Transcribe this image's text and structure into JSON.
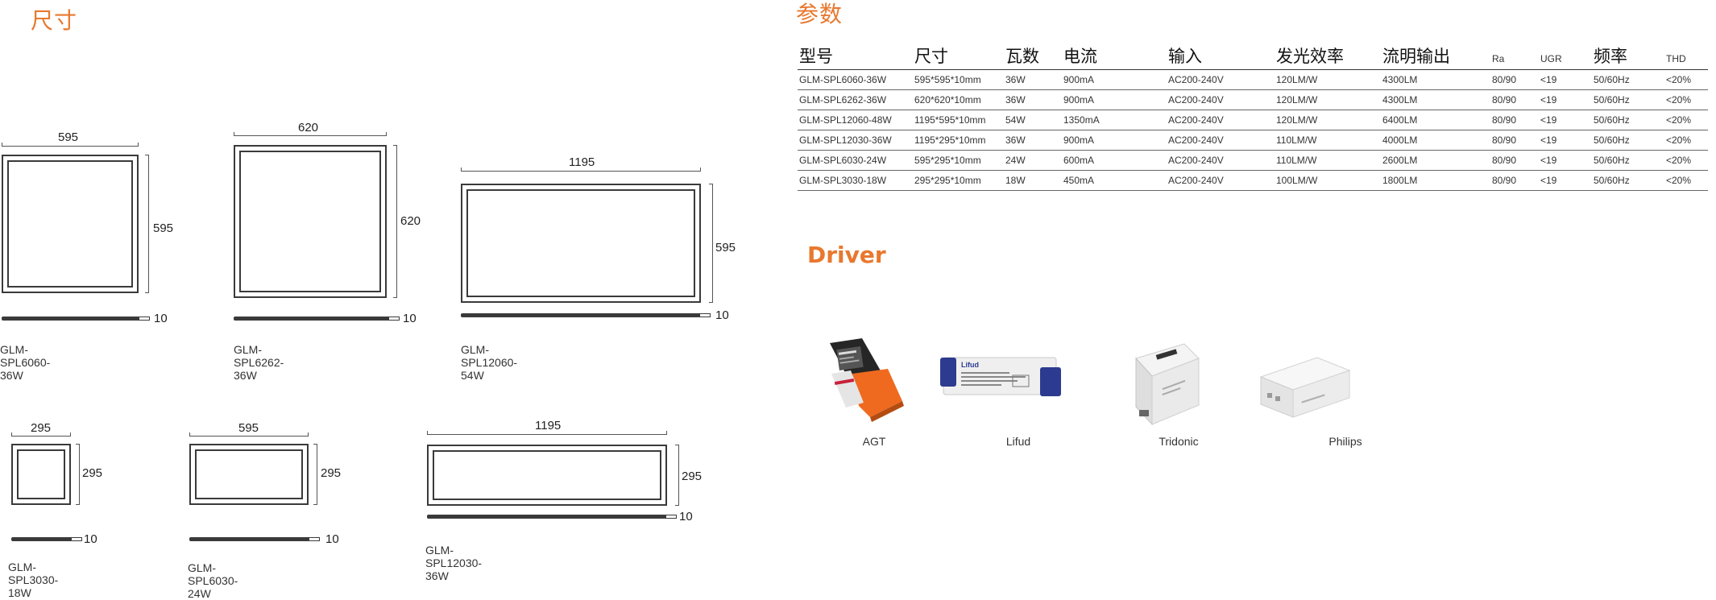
{
  "titles": {
    "size": "尺寸",
    "params": "参数",
    "driver": "Driver"
  },
  "drawings": [
    {
      "model": "GLM-SPL6060-36W",
      "width": "595",
      "height": "595",
      "thickness": "10"
    },
    {
      "model": "GLM-SPL6262-36W",
      "width": "620",
      "height": "620",
      "thickness": "10"
    },
    {
      "model": "GLM-SPL12060-54W",
      "width": "1195",
      "height": "595",
      "thickness": "10"
    },
    {
      "model": "GLM-SPL3030-18W",
      "width": "295",
      "height": "295",
      "thickness": "10"
    },
    {
      "model": "GLM-SPL6030-24W",
      "width": "595",
      "height": "295",
      "thickness": "10"
    },
    {
      "model": "GLM-SPL12030-36W",
      "width": "1195",
      "height": "295",
      "thickness": "10"
    }
  ],
  "table": {
    "headers": [
      "型号",
      "尺寸",
      "瓦数",
      "电流",
      "输入",
      "发光效率",
      "流明输出",
      "Ra",
      "UGR",
      "频率",
      "THD"
    ],
    "rows": [
      [
        "GLM-SPL6060-36W",
        "595*595*10mm",
        "36W",
        "900mA",
        "AC200-240V",
        "120LM/W",
        "4300LM",
        "80/90",
        "<19",
        "50/60Hz",
        "<20%"
      ],
      [
        "GLM-SPL6262-36W",
        "620*620*10mm",
        "36W",
        "900mA",
        "AC200-240V",
        "120LM/W",
        "4300LM",
        "80/90",
        "<19",
        "50/60Hz",
        "<20%"
      ],
      [
        "GLM-SPL12060-48W",
        "1195*595*10mm",
        "54W",
        "1350mA",
        "AC200-240V",
        "120LM/W",
        "6400LM",
        "80/90",
        "<19",
        "50/60Hz",
        "<20%"
      ],
      [
        "GLM-SPL12030-36W",
        "1195*295*10mm",
        "36W",
        "900mA",
        "AC200-240V",
        "110LM/W",
        "4000LM",
        "80/90",
        "<19",
        "50/60Hz",
        "<20%"
      ],
      [
        "GLM-SPL6030-24W",
        "595*295*10mm",
        "24W",
        "600mA",
        "AC200-240V",
        "110LM/W",
        "2600LM",
        "80/90",
        "<19",
        "50/60Hz",
        "<20%"
      ],
      [
        "GLM-SPL3030-18W",
        "295*295*10mm",
        "18W",
        "450mA",
        "AC200-240V",
        "100LM/W",
        "1800LM",
        "80/90",
        "<19",
        "50/60Hz",
        "<20%"
      ]
    ]
  },
  "drivers": [
    {
      "name": "AGT",
      "icon": "agt-driver-image"
    },
    {
      "name": "Lifud",
      "icon": "lifud-driver-image",
      "brand_mark": "Lifud"
    },
    {
      "name": "Tridonic",
      "icon": "tridonic-driver-image"
    },
    {
      "name": "Philips",
      "icon": "philips-driver-image"
    }
  ],
  "colors": {
    "accent": "#e8782e",
    "line": "#3a3a3a"
  }
}
